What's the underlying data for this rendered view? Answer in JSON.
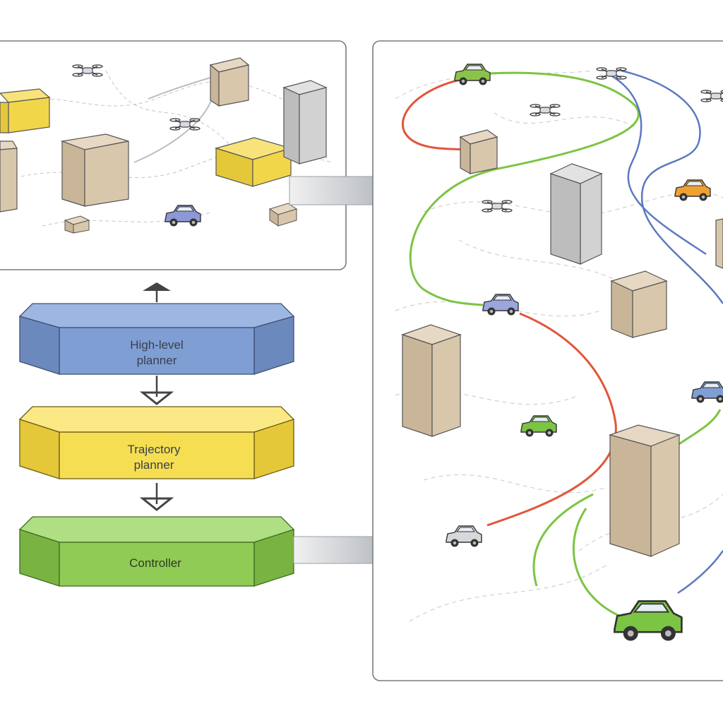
{
  "blocks": [
    {
      "id": "high-level-planner",
      "label_lines": [
        "High-level",
        "planner"
      ],
      "color": "#7f9ed4",
      "top_color": "#9db6e2",
      "side_color": "#6c89bd"
    },
    {
      "id": "trajectory-planner",
      "label_lines": [
        "Trajectory",
        "planner"
      ],
      "color": "#f5de52",
      "top_color": "#fae985",
      "side_color": "#e5c83a"
    },
    {
      "id": "controller",
      "label_lines": [
        "Controller"
      ],
      "color": "#8fcb55",
      "top_color": "#b0de82",
      "side_color": "#79b443"
    }
  ],
  "path_colors": {
    "red": "#e2553a",
    "green": "#7cc443",
    "blue": "#5b78c2"
  },
  "object_colors": {
    "tan_box": "#d9c7ac",
    "yellow_box": "#f2d64a",
    "grey_tower": "#cfcfcf"
  }
}
